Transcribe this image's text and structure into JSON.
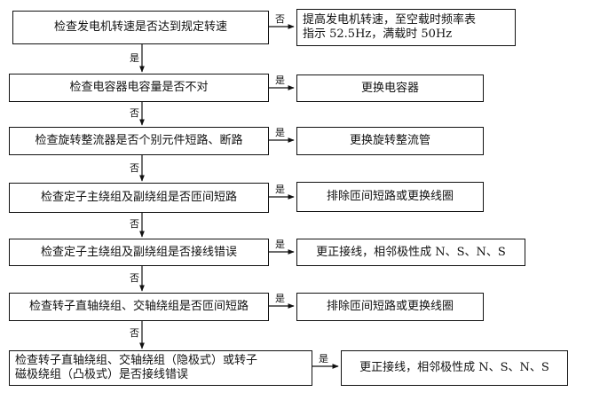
{
  "flowchart": {
    "checks": [
      "检查发电机转速是否达到规定转速",
      "检查电容器电容量是否不对",
      "检查旋转整流器是否个别元件短路、断路",
      "检查定子主绕组及副绕组是否匝间短路",
      "检查定子主绕组及副绕组是否接线错误",
      "检查转子直轴绕组、交轴绕组是否匝间短路",
      "检查转子直轴绕组、交轴绕组（隐极式）或转子\n磁极绕组（凸极式）是否接线错误"
    ],
    "actions": [
      "提高发电机转速，至空载时频率表\n指示 52.5Hz，满载时 50Hz",
      "更换电容器",
      "更换旋转整流管",
      "排除匝间短路或更换线圈",
      "更正接线，相邻极性成 N、S、N、S",
      "排除匝间短路或更换线圈",
      "更正接线，相邻极性成 N、S、N、S"
    ],
    "side_labels": [
      "否",
      "是",
      "是",
      "是",
      "是",
      "是",
      "是"
    ],
    "down_labels": [
      "是",
      "否",
      "否",
      "否",
      "否",
      "否"
    ]
  }
}
